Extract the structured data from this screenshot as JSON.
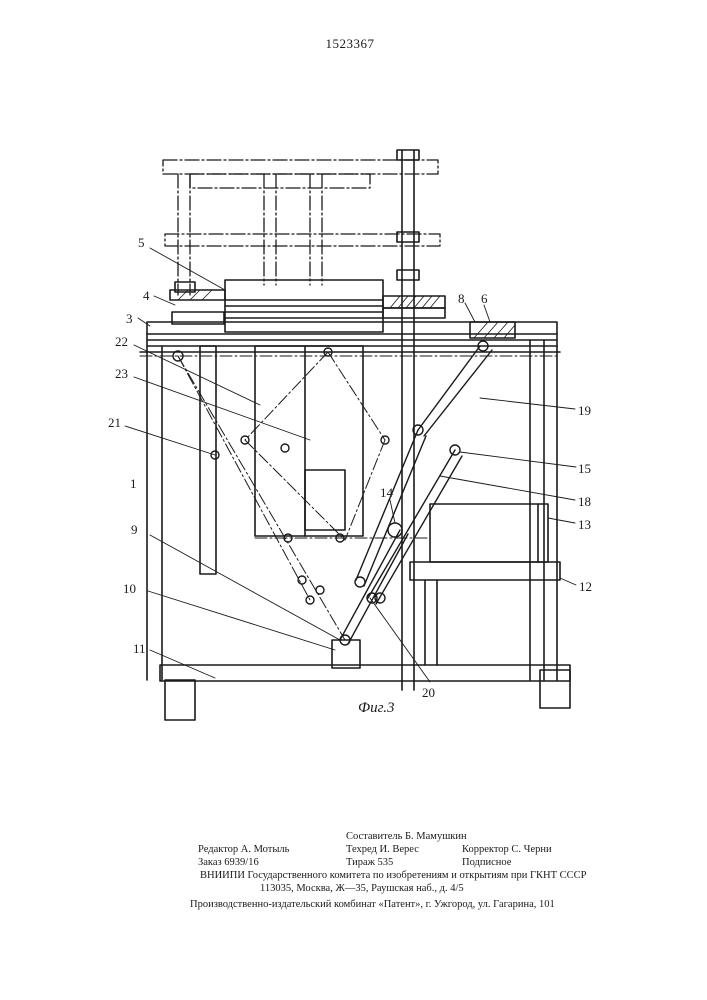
{
  "page_number": "1523367",
  "figure_caption": "Фиг.3",
  "part_labels": {
    "p1": "1",
    "p3": "3",
    "p4": "4",
    "p5": "5",
    "p6": "6",
    "p8": "8",
    "p9": "9",
    "p10": "10",
    "p11": "11",
    "p12": "12",
    "p13": "13",
    "p14": "14",
    "p15": "15",
    "p18": "18",
    "p19": "19",
    "p20": "20",
    "p21": "21",
    "p22": "22",
    "p23": "23"
  },
  "imprint": {
    "compiler": "Составитель Б. Мамушкин",
    "editor": "Редактор А. Мотыль",
    "techred": "Техред И. Верес",
    "corrector": "Корректор С. Черни",
    "order": "Заказ 6939/16",
    "circulation": "Тираж 535",
    "subscription": "Подписное",
    "institute": "ВНИИПИ Государственного комитета по изобретениям и открытиям при ГКНТ СССР",
    "address": "113035, Москва, Ж—35, Раушская наб., д. 4/5",
    "publisher": "Производственно-издательский комбинат «Патент», г. Ужгород, ул. Гагарина, 101"
  }
}
